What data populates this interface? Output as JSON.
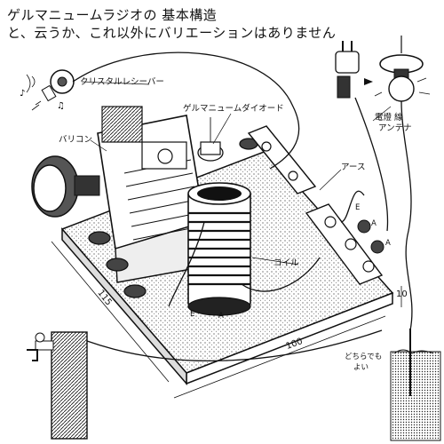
{
  "title": {
    "line1": "ゲルマニュームラジオの 基本構造",
    "line2": "と、云うか、これ以外にバリエーションはありません"
  },
  "labels": {
    "crystal_receiver": "クリスタルレシーバー",
    "variable_capacitor": "バリコン",
    "germanium_diode": "ゲルマニュームダイオード",
    "coil": "コイル",
    "earth": "アース",
    "light_line": "電燈 線",
    "antenna": "アンテナ",
    "either_ok_line1": "どちらでも",
    "either_ok_line2": "よい"
  },
  "dimensions": {
    "depth": "115",
    "width": "100",
    "height": "10"
  },
  "terminal_letters": {
    "e": "E",
    "a": "A"
  },
  "colors": {
    "ink": "#111111",
    "board": "#e8e8e8",
    "paper": "#ffffff"
  }
}
